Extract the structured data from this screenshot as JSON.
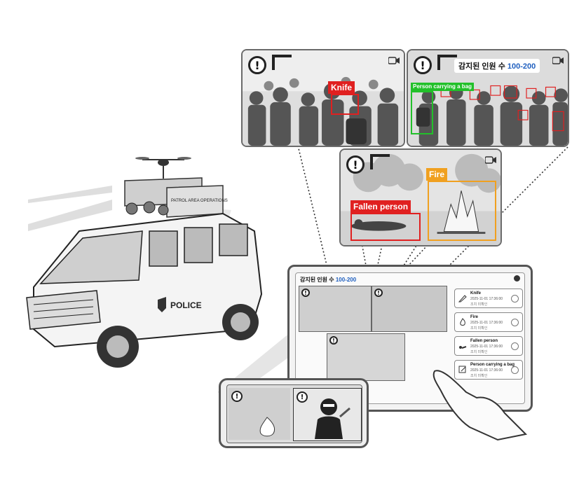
{
  "colors": {
    "knife": "#e02020",
    "bag": "#22c02a",
    "fire": "#f0a020",
    "fallen": "#e02020",
    "count_number": "#1f5fbf"
  },
  "panels": {
    "knife_panel": {
      "label": "Knife"
    },
    "bag_panel": {
      "count_prefix": "감지된 인원 수",
      "count_value": "100-200",
      "label": "Person carrying a bag"
    },
    "fire_panel": {
      "fallen_label": "Fallen person",
      "fire_label": "Fire"
    }
  },
  "vehicle": {
    "side_text": "POLICE",
    "sign_text": "PATROL AREA OPERATIONS"
  },
  "tablet": {
    "count_prefix": "감지된 인원 수",
    "count_value": "100-200",
    "alerts": [
      {
        "title": "Knife",
        "date": "2025-11-01 17:36:00",
        "status": "조치 미확인"
      },
      {
        "title": "Fire",
        "date": "2025-11-01 17:36:00",
        "status": "조치 미확인"
      },
      {
        "title": "Fallen person",
        "date": "2025-11-01 17:36:00",
        "status": "조치 미확인"
      },
      {
        "title": "Person carrying a bag",
        "date": "2025-11-01 17:36:00",
        "status": "조치 미확인"
      }
    ]
  },
  "icons": [
    "alert-icon",
    "camera-icon",
    "knife-icon",
    "fire-icon",
    "person-icon",
    "edit-icon",
    "drone-icon"
  ]
}
